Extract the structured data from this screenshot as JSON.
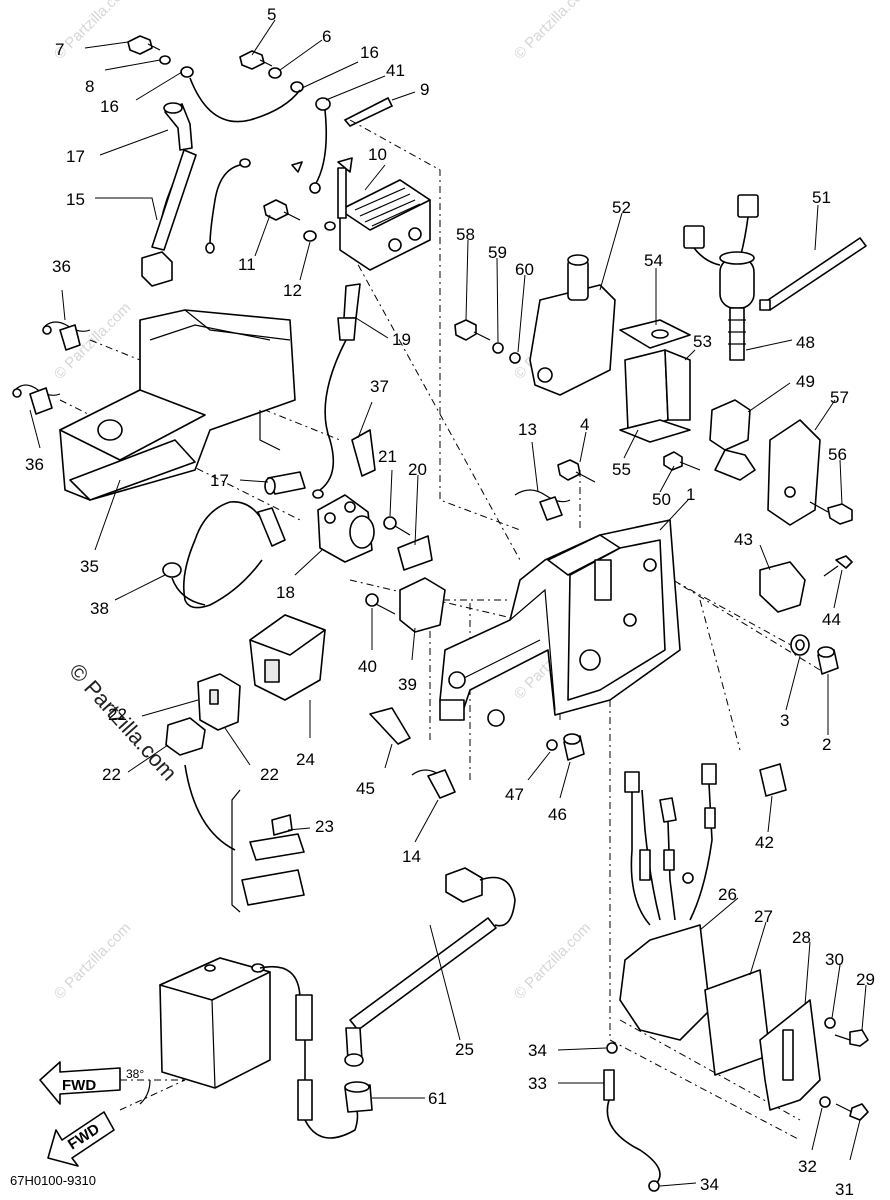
{
  "diagram_code": "67H0100-9310",
  "watermark": "© Partzilla.com",
  "fwd_label": "FWD",
  "angle_label": "38°",
  "callouts": [
    "1",
    "2",
    "3",
    "4",
    "5",
    "6",
    "7",
    "8",
    "9",
    "10",
    "11",
    "12",
    "13",
    "14",
    "15",
    "16",
    "16",
    "17",
    "17",
    "18",
    "19",
    "20",
    "21",
    "22",
    "22",
    "22",
    "22",
    "23",
    "24",
    "25",
    "26",
    "27",
    "28",
    "29",
    "30",
    "31",
    "32",
    "33",
    "34",
    "34",
    "35",
    "36",
    "36",
    "37",
    "38",
    "39",
    "40",
    "41",
    "42",
    "43",
    "44",
    "45",
    "46",
    "47",
    "48",
    "49",
    "50",
    "51",
    "52",
    "53",
    "54",
    "55",
    "56",
    "57",
    "58",
    "59",
    "60",
    "61"
  ]
}
